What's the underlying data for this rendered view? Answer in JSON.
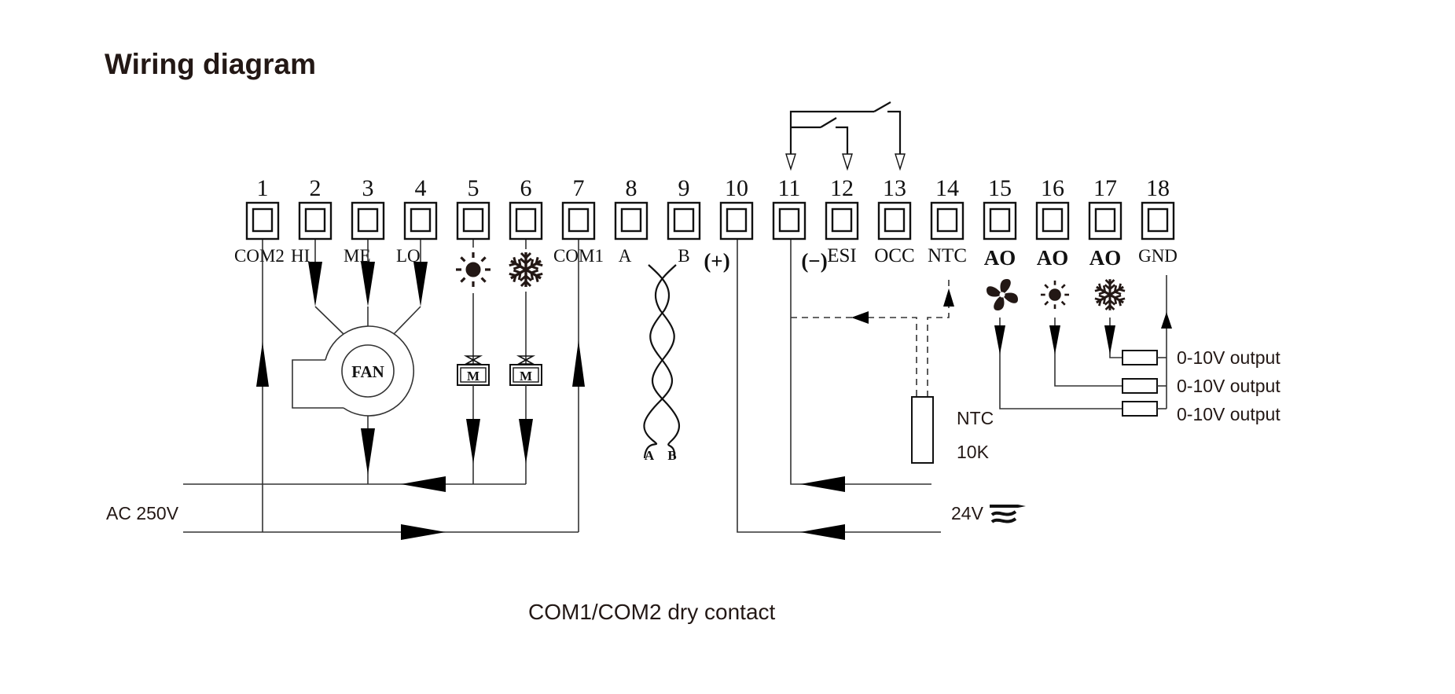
{
  "title": "Wiring diagram",
  "terminals": [
    {
      "num": "1",
      "label": "COM2"
    },
    {
      "num": "2",
      "label": "HI"
    },
    {
      "num": "3",
      "label": "ME"
    },
    {
      "num": "4",
      "label": "LO"
    },
    {
      "num": "5",
      "label": "",
      "icon": "sun-icon"
    },
    {
      "num": "6",
      "label": "",
      "icon": "snowflake-icon"
    },
    {
      "num": "7",
      "label": "COM1"
    },
    {
      "num": "8",
      "label": "A"
    },
    {
      "num": "9",
      "label": "B"
    },
    {
      "num": "10",
      "label": "(+)"
    },
    {
      "num": "11",
      "label": "(−)"
    },
    {
      "num": "12",
      "label": "ESI"
    },
    {
      "num": "13",
      "label": "OCC"
    },
    {
      "num": "14",
      "label": "NTC"
    },
    {
      "num": "15",
      "label": "AO",
      "icon": "fan-icon"
    },
    {
      "num": "16",
      "label": "AO",
      "icon": "sun-icon"
    },
    {
      "num": "17",
      "label": "AO",
      "icon": "snowflake-icon"
    },
    {
      "num": "18",
      "label": "GND"
    }
  ],
  "components": {
    "fan_label": "FAN",
    "valve_label": "M",
    "twisted_pair_labels": [
      "A",
      "B"
    ],
    "ntc_label": "NTC",
    "ntc_value": "10K",
    "analog_outputs": [
      "0-10V output",
      "0-10V output",
      "0-10V output"
    ]
  },
  "power": {
    "ac_label": "AC 250V",
    "dc_label": "24V",
    "dc_symbol": "AC/DC"
  },
  "caption": "COM1/COM2 dry contact"
}
